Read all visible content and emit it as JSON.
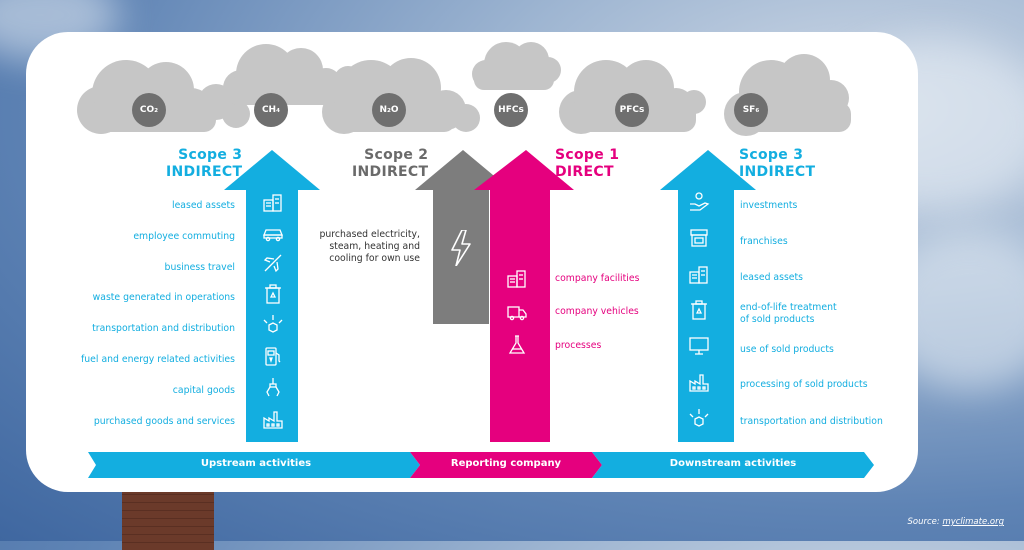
{
  "gases": [
    {
      "label": "CO₂"
    },
    {
      "label": "CH₄"
    },
    {
      "label": "N₂O"
    },
    {
      "label": "HFCs"
    },
    {
      "label": "PFCs"
    },
    {
      "label": "SF₆"
    }
  ],
  "scopes": {
    "scope3_left": {
      "title": "Scope 3",
      "subtitle": "INDIRECT"
    },
    "scope2": {
      "title": "Scope 2",
      "subtitle": "INDIRECT",
      "description": [
        "purchased electricity,",
        "steam, heating and",
        "cooling for own use"
      ]
    },
    "scope1": {
      "title": "Scope 1",
      "subtitle": "DIRECT"
    },
    "scope3_right": {
      "title": "Scope 3",
      "subtitle": "INDIRECT"
    }
  },
  "upstream_items": [
    {
      "label": "leased assets",
      "icon": "buildings-icon"
    },
    {
      "label": "employee commuting",
      "icon": "car-icon"
    },
    {
      "label": "business travel",
      "icon": "airplane-icon"
    },
    {
      "label": "waste generated in operations",
      "icon": "recycle-bin-icon"
    },
    {
      "label": "transportation and distribution",
      "icon": "box-arrows-icon"
    },
    {
      "label": "fuel and energy related activities",
      "icon": "fuel-pump-icon"
    },
    {
      "label": "capital goods",
      "icon": "crane-claw-icon"
    },
    {
      "label": "purchased goods and services",
      "icon": "factory-icon"
    }
  ],
  "direct_items": [
    {
      "label": "company facilities",
      "icon": "buildings-icon"
    },
    {
      "label": "company vehicles",
      "icon": "truck-icon"
    },
    {
      "label": "processes",
      "icon": "flask-icon"
    }
  ],
  "downstream_items": [
    {
      "label": "investments",
      "icon": "hand-coin-icon"
    },
    {
      "label": "franchises",
      "icon": "storefront-icon"
    },
    {
      "label": "leased assets",
      "icon": "buildings-icon"
    },
    {
      "label": "end-of-life treatment",
      "label2": "of sold products",
      "icon": "recycle-bin-icon"
    },
    {
      "label": "use of sold products",
      "icon": "monitor-icon"
    },
    {
      "label": "processing of sold products",
      "icon": "factory-icon"
    },
    {
      "label": "transportation and distribution",
      "icon": "box-arrows-icon"
    }
  ],
  "bar": {
    "upstream": "Upstream activities",
    "reporting": "Reporting company",
    "downstream": "Downstream activities"
  },
  "source": {
    "prefix": "Source: ",
    "link": "myclimate.org"
  },
  "colors": {
    "cyan": "#13aee0",
    "pink": "#e5007e",
    "gray": "#7d7d7d",
    "cloud": "#c4c4c4"
  }
}
